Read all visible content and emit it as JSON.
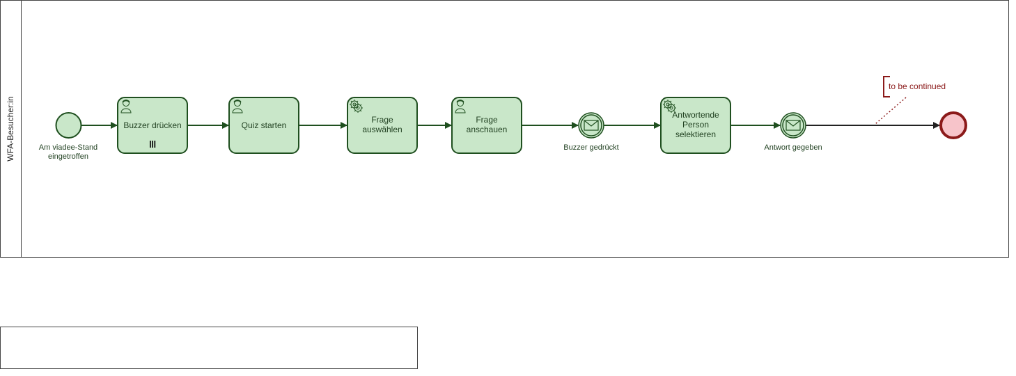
{
  "pool": {
    "label": "WFA-Besucher:in"
  },
  "start_event": {
    "label_line1": "Am viadee-Stand",
    "label_line2": "eingetroffen"
  },
  "tasks": [
    {
      "type": "user",
      "lines": [
        "Buzzer drücken"
      ],
      "marker": "parallel-multi-instance"
    },
    {
      "type": "user",
      "lines": [
        "Quiz starten"
      ]
    },
    {
      "type": "service",
      "lines": [
        "Frage",
        "auswählen"
      ]
    },
    {
      "type": "user",
      "lines": [
        "Frage",
        "anschauen"
      ]
    },
    {
      "type": "service",
      "lines": [
        "Antwortende",
        "Person",
        "selektieren"
      ]
    }
  ],
  "intermediate_events": [
    {
      "type": "message-catch",
      "label": "Buzzer gedrückt"
    },
    {
      "type": "message-catch",
      "label": "Antwort gegeben"
    }
  ],
  "annotation": {
    "text": "to be continued",
    "color": "#8b1a1a"
  },
  "colors": {
    "task_fill": "#c9e7c9",
    "task_stroke": "#1f4f1f",
    "end_stroke": "#8b1a1a",
    "end_fill": "#f7c4ca"
  }
}
